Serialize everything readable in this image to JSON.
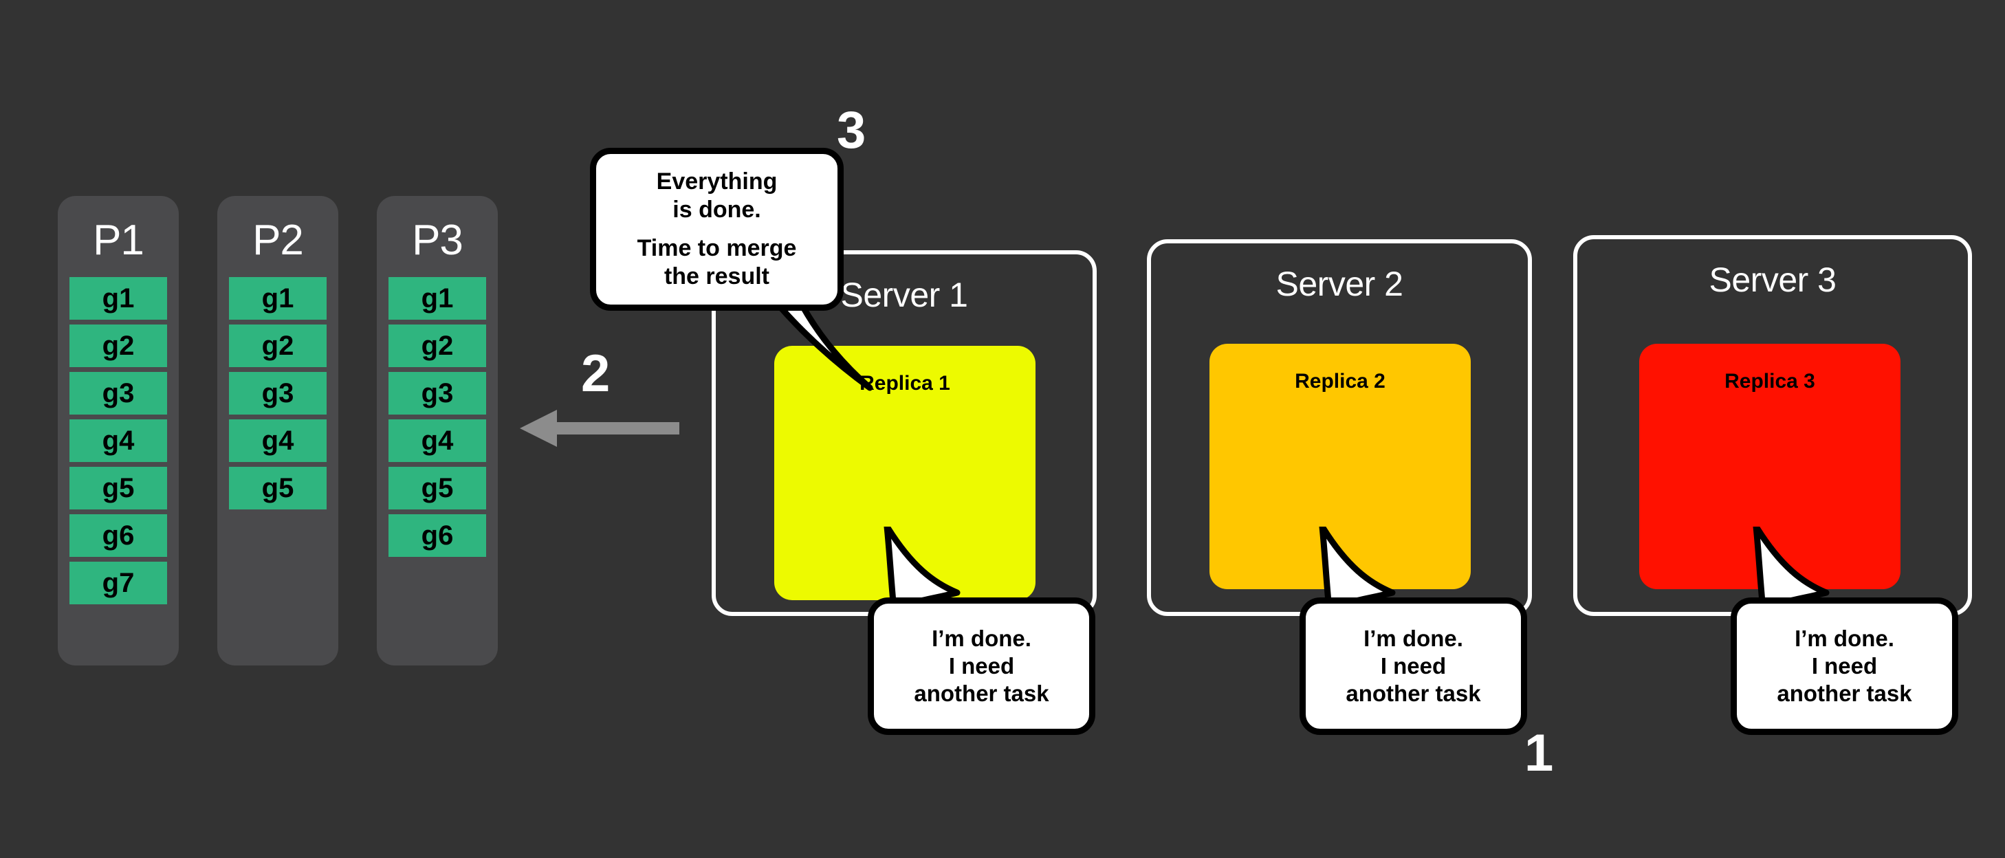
{
  "background_color": "#333333",
  "partitions": {
    "panel_color": "#4A4A4C",
    "chip_color": "#2FB57F",
    "items": [
      {
        "title": "P1",
        "groups": [
          "g1",
          "g2",
          "g3",
          "g4",
          "g5",
          "g6",
          "g7"
        ]
      },
      {
        "title": "P2",
        "groups": [
          "g1",
          "g2",
          "g3",
          "g4",
          "g5"
        ]
      },
      {
        "title": "P3",
        "groups": [
          "g1",
          "g2",
          "g3",
          "g4",
          "g5",
          "g6"
        ]
      }
    ]
  },
  "servers": [
    {
      "title": "Server 1",
      "replica_label": "Replica 1",
      "replica_color": "#EDFA00",
      "bubble": {
        "lines": [
          "I’m done.",
          "I need",
          "another task"
        ]
      }
    },
    {
      "title": "Server 2",
      "replica_label": "Replica 2",
      "replica_color": "#FFC700",
      "bubble": {
        "lines": [
          "I’m done.",
          "I need",
          "another task"
        ]
      }
    },
    {
      "title": "Server 3",
      "replica_label": "Replica 3",
      "replica_color": "#FF1100",
      "bubble": {
        "lines": [
          "I’m done.",
          "I need",
          "another task"
        ]
      }
    }
  ],
  "merge_bubble": {
    "lines_group_a": [
      "Everything",
      "is done."
    ],
    "lines_group_b": [
      "Time to merge",
      "the result"
    ]
  },
  "arrow": {
    "color": "#8C8C8C",
    "direction": "left"
  },
  "steps": {
    "one": "1",
    "two": "2",
    "three": "3"
  }
}
